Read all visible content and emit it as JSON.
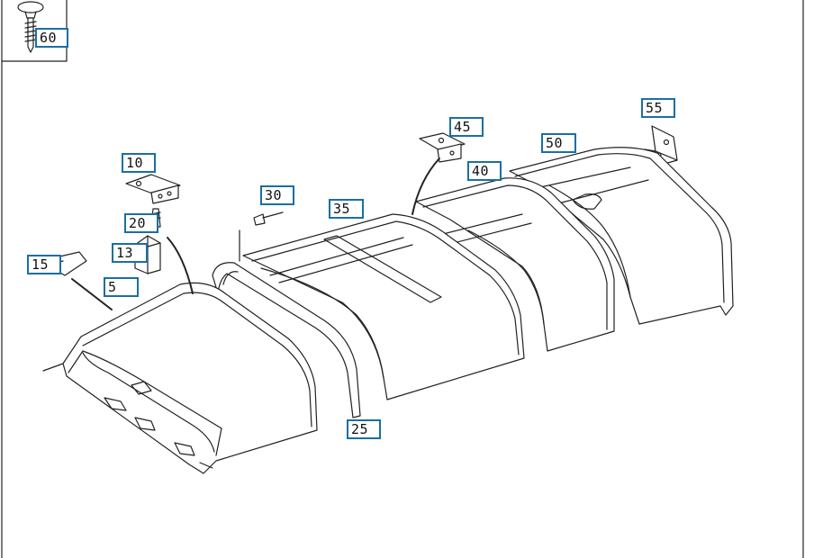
{
  "diagram": {
    "callouts": [
      {
        "id": "c60",
        "label": "60"
      },
      {
        "id": "c55",
        "label": "55"
      },
      {
        "id": "c50",
        "label": "50"
      },
      {
        "id": "c45",
        "label": "45"
      },
      {
        "id": "c40",
        "label": "40"
      },
      {
        "id": "c35",
        "label": "35"
      },
      {
        "id": "c30",
        "label": "30"
      },
      {
        "id": "c10",
        "label": "10"
      },
      {
        "id": "c20",
        "label": "20"
      },
      {
        "id": "c13",
        "label": "13"
      },
      {
        "id": "c15",
        "label": "15"
      },
      {
        "id": "c5",
        "label": "5"
      },
      {
        "id": "c25",
        "label": "25"
      }
    ]
  }
}
